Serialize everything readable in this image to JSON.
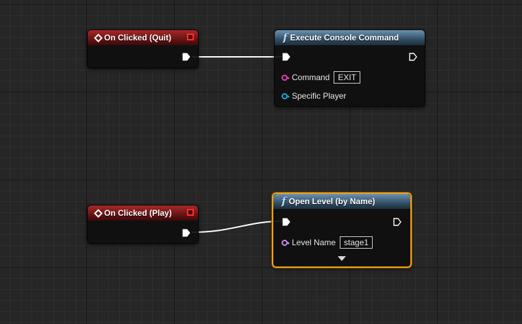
{
  "graph": {
    "nodes": {
      "quit_event": {
        "title": "On Clicked (Quit)",
        "kind": "event",
        "icon": "event-diamond-icon"
      },
      "exec_console": {
        "title": "Execute Console Command",
        "kind": "function",
        "icon": "function-f-icon",
        "pins": {
          "command": {
            "label": "Command",
            "value": "EXIT",
            "color": "#e040b0"
          },
          "specific_player": {
            "label": "Specific Player",
            "color": "#1aa6e6"
          }
        }
      },
      "play_event": {
        "title": "On Clicked (Play)",
        "kind": "event",
        "icon": "event-diamond-icon"
      },
      "open_level": {
        "title": "Open Level (by Name)",
        "kind": "function",
        "icon": "function-f-icon",
        "selected": true,
        "pins": {
          "level_name": {
            "label": "Level Name",
            "value": "stage1",
            "color": "#c88ae8"
          }
        }
      }
    },
    "colors": {
      "event_header": "#a82929",
      "function_header": "#2e4a60",
      "selection_outline": "#f2a119",
      "wire": "#ffffff",
      "delegate_pin": "#ff3030"
    }
  }
}
